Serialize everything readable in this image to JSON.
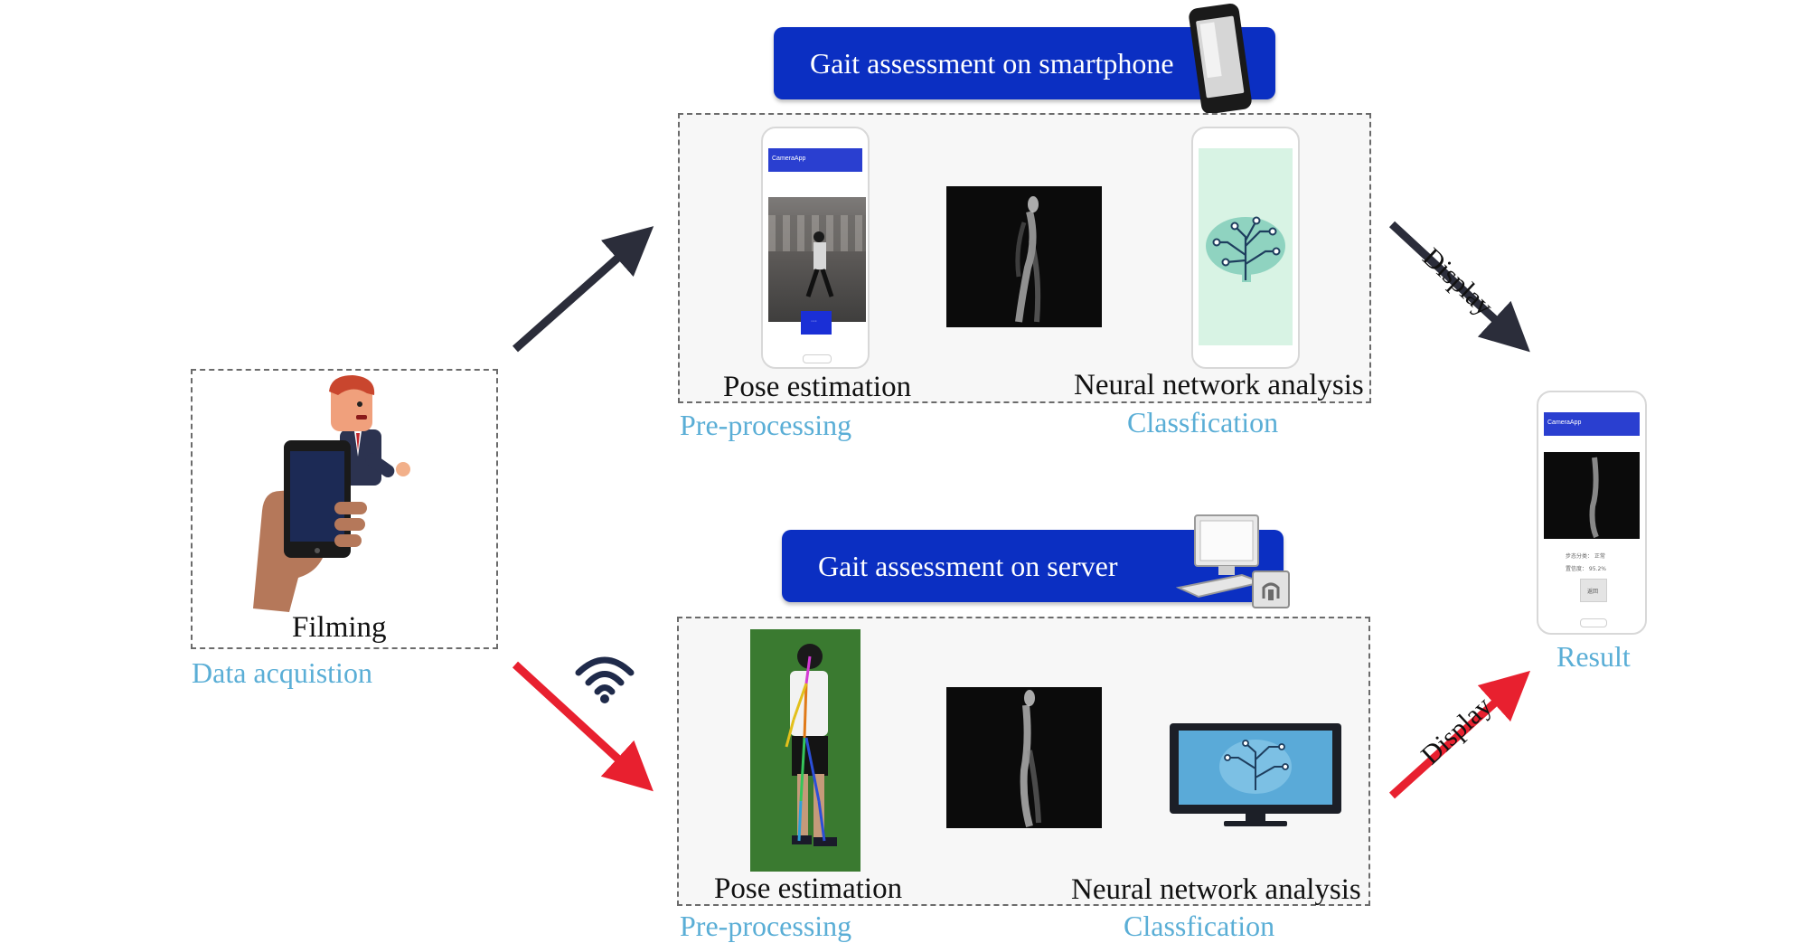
{
  "colors": {
    "banner": "#0b2fc2",
    "stage_label": "#5aaed6",
    "arrow_dark": "#2b2d3a",
    "arrow_red": "#e8202f",
    "brain_green": "#8fd3c0",
    "brain_blue": "#6aa8d8"
  },
  "data_acquisition": {
    "caption": "Filming",
    "stage_label": "Data acquistion"
  },
  "smartphone_branch": {
    "banner": "Gait assessment on smartphone",
    "step1_caption": "Pose estimation",
    "step2_caption": "Neural network analysis",
    "stage1_label": "Pre-processing",
    "stage2_label": "Classfication",
    "display_label": "Display",
    "phone_app_title": "CameraApp",
    "phone_button": "···"
  },
  "server_branch": {
    "banner": "Gait assessment on server",
    "step1_caption": "Pose estimation",
    "step2_caption": "Neural network analysis",
    "stage1_label": "Pre-processing",
    "stage2_label": "Classfication",
    "display_label": "Display"
  },
  "result": {
    "stage_label": "Result",
    "app_title": "CameraApp",
    "row1": "步态分类：  正常",
    "row2": "置信度：   95.2%",
    "button": "返回"
  },
  "icons": {
    "phone": "smartphone-icon",
    "server": "computer-server-icon",
    "wifi": "wifi-icon",
    "brain": "brain-circuit-icon"
  }
}
